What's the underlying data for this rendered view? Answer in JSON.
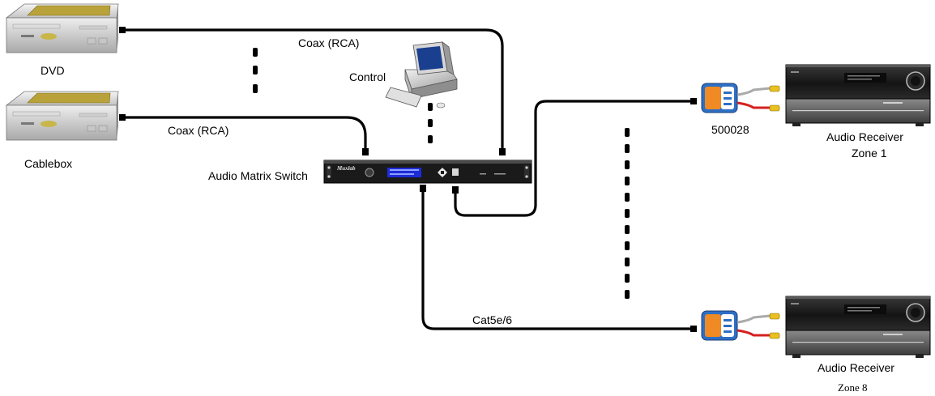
{
  "labels": {
    "dvd": "DVD",
    "cablebox": "Cablebox",
    "control": "Control",
    "audio_matrix_switch": "Audio Matrix Switch",
    "coax_top": "Coax (RCA)",
    "coax_mid": "Coax (RCA)",
    "cat5": "Cat5e/6",
    "balun_part": "500028",
    "receiver_1_line1": "Audio Receiver",
    "receiver_1_line2": "Zone 1",
    "receiver_8_line1": "Audio Receiver",
    "receiver_8_line2": "Zone 8",
    "switch_brand": "Muxlab"
  },
  "icons": {
    "dvd_player": "dvd-player-icon",
    "cable_box": "cable-box-icon",
    "computer": "computer-icon",
    "matrix_switch": "matrix-switch-icon",
    "balun": "balun-adapter-icon",
    "receiver": "audio-receiver-icon"
  },
  "colors": {
    "wire": "#000000",
    "lcd": "#1e2bd8",
    "balun_orange": "#f08a24",
    "balun_blue": "#2e6fc4",
    "rca_red": "#d62020",
    "rca_yellow": "#e8c020"
  }
}
